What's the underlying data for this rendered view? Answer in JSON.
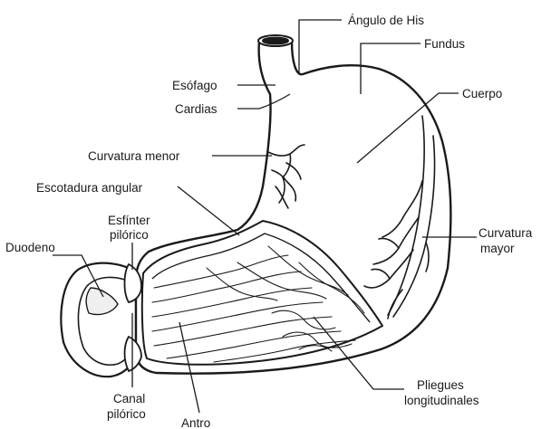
{
  "diagram": {
    "labels": {
      "angulo_his": "Ángulo de His",
      "fundus": "Fundus",
      "esofago": "Esófago",
      "cardias": "Cardias",
      "cuerpo": "Cuerpo",
      "curvatura_menor": "Curvatura menor",
      "escotadura_angular": "Escotadura angular",
      "esfinter_line1": "Esfínter",
      "esfinter_line2": "pilórico",
      "duodeno": "Duodeno",
      "curvatura_mayor_line1": "Curvatura",
      "curvatura_mayor_line2": "mayor",
      "canal_line1": "Canal",
      "canal_line2": "pilórico",
      "antro": "Antro",
      "pliegues_line1": "Pliegues",
      "pliegues_line2": "longitudinales"
    }
  }
}
